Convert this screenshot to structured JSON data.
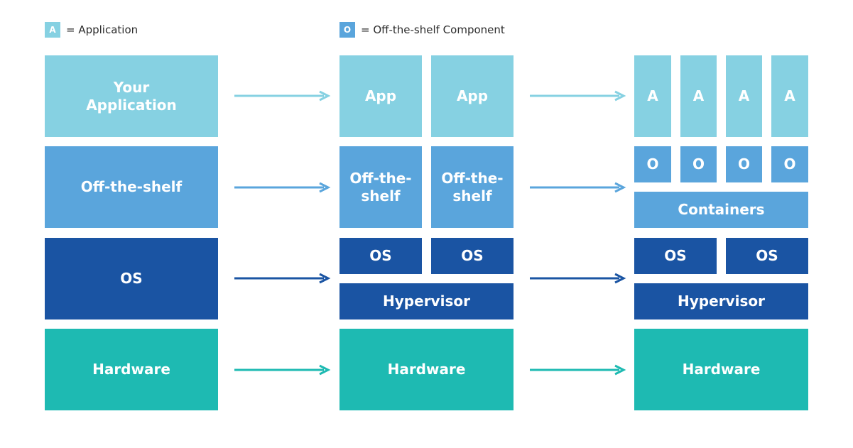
{
  "colors": {
    "application": "#86d1e2",
    "off_the_shelf": "#5aa5dc",
    "os": "#1a54a3",
    "hardware": "#1ebab2"
  },
  "legend": {
    "app_symbol": "A",
    "app_text": "= Application",
    "ots_symbol": "O",
    "ots_text": "= Off-the-shelf Component"
  },
  "col1": {
    "application": "Your Application",
    "off_the_shelf": "Off-the-shelf",
    "os": "OS",
    "hardware": "Hardware"
  },
  "col2": {
    "app_left": "App",
    "app_right": "App",
    "ots_left": "Off-the-shelf",
    "ots_right": "Off-the-shelf",
    "os_left": "OS",
    "os_right": "OS",
    "hypervisor": "Hypervisor",
    "hardware": "Hardware"
  },
  "col3": {
    "apps": [
      "A",
      "A",
      "A",
      "A"
    ],
    "components": [
      "O",
      "O",
      "O",
      "O"
    ],
    "containers": "Containers",
    "os_left": "OS",
    "os_right": "OS",
    "hypervisor": "Hypervisor",
    "hardware": "Hardware"
  }
}
